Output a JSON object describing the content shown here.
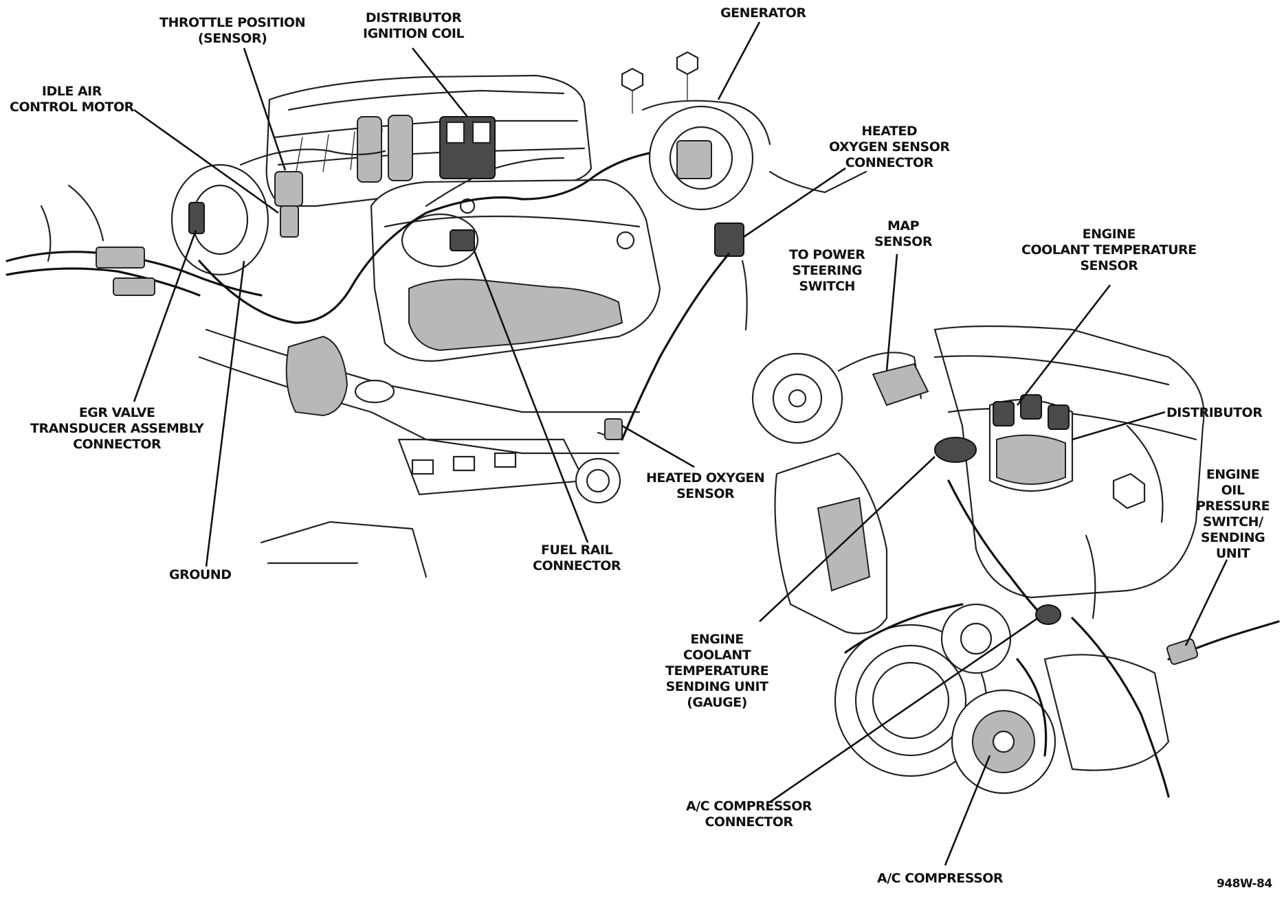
{
  "labels": {
    "throttle_position_sensor": "THROTTLE POSITION\n(SENSOR)",
    "distributor_ignition_coil": "DISTRIBUTOR\nIGNITION COIL",
    "generator": "GENERATOR",
    "idle_air_control_motor": "IDLE AIR\nCONTROL MOTOR",
    "heated_oxygen_sensor_connector": "HEATED\nOXYGEN SENSOR\nCONNECTOR",
    "map_sensor": "MAP\nSENSOR",
    "to_power_steering_switch": "TO POWER\nSTEERING\nSWITCH",
    "engine_coolant_temperature_sensor": "ENGINE\nCOOLANT TEMPERATURE\nSENSOR",
    "distributor": "DISTRIBUTOR",
    "egr_valve_transducer_assembly_connector": "EGR VALVE\nTRANSDUCER ASSEMBLY\nCONNECTOR",
    "heated_oxygen_sensor": "HEATED OXYGEN\nSENSOR",
    "engine_oil_pressure_switch_sending_unit": "ENGINE\nOIL\nPRESSURE\nSWITCH/\nSENDING\nUNIT",
    "fuel_rail_connector": "FUEL RAIL\nCONNECTOR",
    "ground": "GROUND",
    "engine_coolant_temperature_sending_unit_gauge": "ENGINE\nCOOLANT\nTEMPERATURE\nSENDING UNIT\n(GAUGE)",
    "ac_compressor_connector": "A/C COMPRESSOR\nCONNECTOR",
    "ac_compressor": "A/C COMPRESSOR"
  },
  "figure_code": "948W-84"
}
